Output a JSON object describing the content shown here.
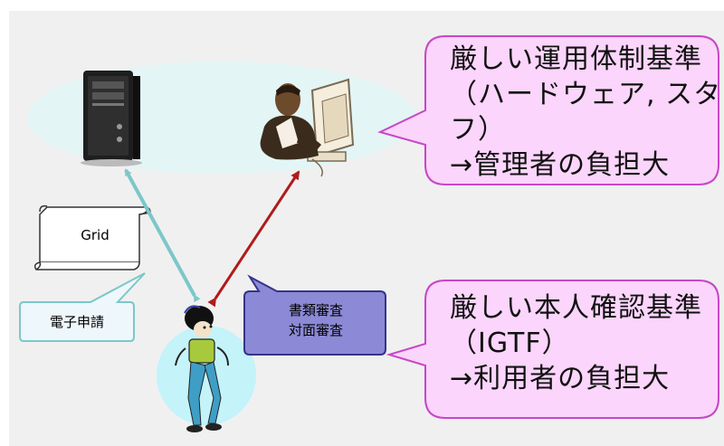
{
  "diagram": {
    "grid_label": "Grid",
    "application_label": "電子申請",
    "review_lines": [
      "書類審査",
      "対面審査"
    ],
    "top_callout_lines": [
      "厳しい運用体制基準",
      "（ハードウェア, スタッ",
      "フ）",
      "→管理者の負担大"
    ],
    "bottom_callout_lines": [
      "厳しい本人確認基準",
      "（IGTF）",
      "→利用者の負担大"
    ]
  },
  "icons": {
    "server": "server-tower-icon",
    "admin": "administrator-at-computer-icon",
    "certificate": "scroll-certificate-icon",
    "user": "student-user-icon"
  },
  "colors": {
    "panel_bg": "#f0f0f0",
    "ellipse_fill": "#e3f5f5",
    "arrow_teal": "#7cc7c9",
    "arrow_red": "#b01b1b",
    "callout_fill": "#fbd5fb",
    "callout_border": "#c846c8",
    "review_fill": "#8c8ad6",
    "review_border": "#35348a",
    "user_circle": "#c4f3fa"
  }
}
